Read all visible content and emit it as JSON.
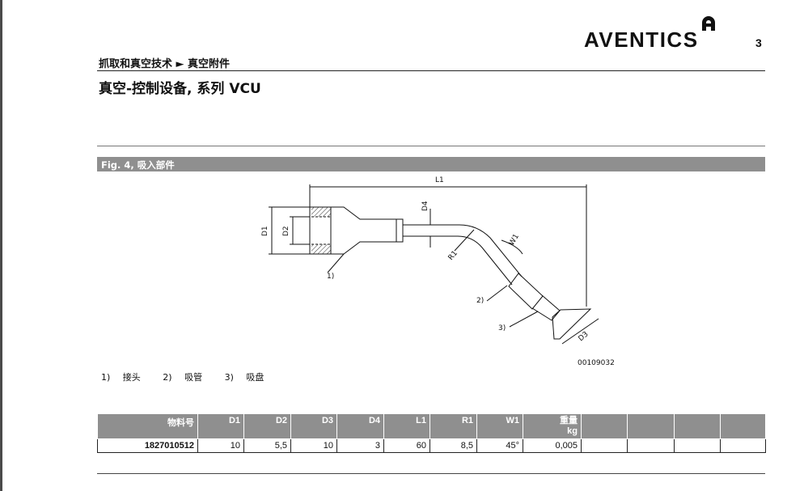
{
  "page_number": "3",
  "brand": {
    "name": "AVENTICS"
  },
  "breadcrumb": "抓取和真空技术 ► 真空附件",
  "title": "真空-控制设备, 系列 VCU",
  "figure": {
    "caption": "Fig. 4, 吸入部件",
    "labels": {
      "L1": "L1",
      "D1": "D1",
      "D2": "D2",
      "D3": "D3",
      "D4": "D4",
      "R1": "R1",
      "W1": "W1",
      "callout1": "1)",
      "callout2": "2)",
      "callout3": "3)",
      "drawing_no": "00109032"
    }
  },
  "legend": [
    {
      "key": "1)",
      "text": "接头"
    },
    {
      "key": "2)",
      "text": "吸管"
    },
    {
      "key": "3)",
      "text": "吸盘"
    }
  ],
  "table": {
    "headers": [
      "物料号",
      "D1",
      "D2",
      "D3",
      "D4",
      "L1",
      "R1",
      "W1",
      "重量",
      "",
      "",
      "",
      ""
    ],
    "weight_unit": "kg",
    "rows": [
      [
        "1827010512",
        "10",
        "5,5",
        "10",
        "3",
        "60",
        "8,5",
        "45°",
        "0,005",
        "",
        "",
        "",
        ""
      ]
    ]
  }
}
